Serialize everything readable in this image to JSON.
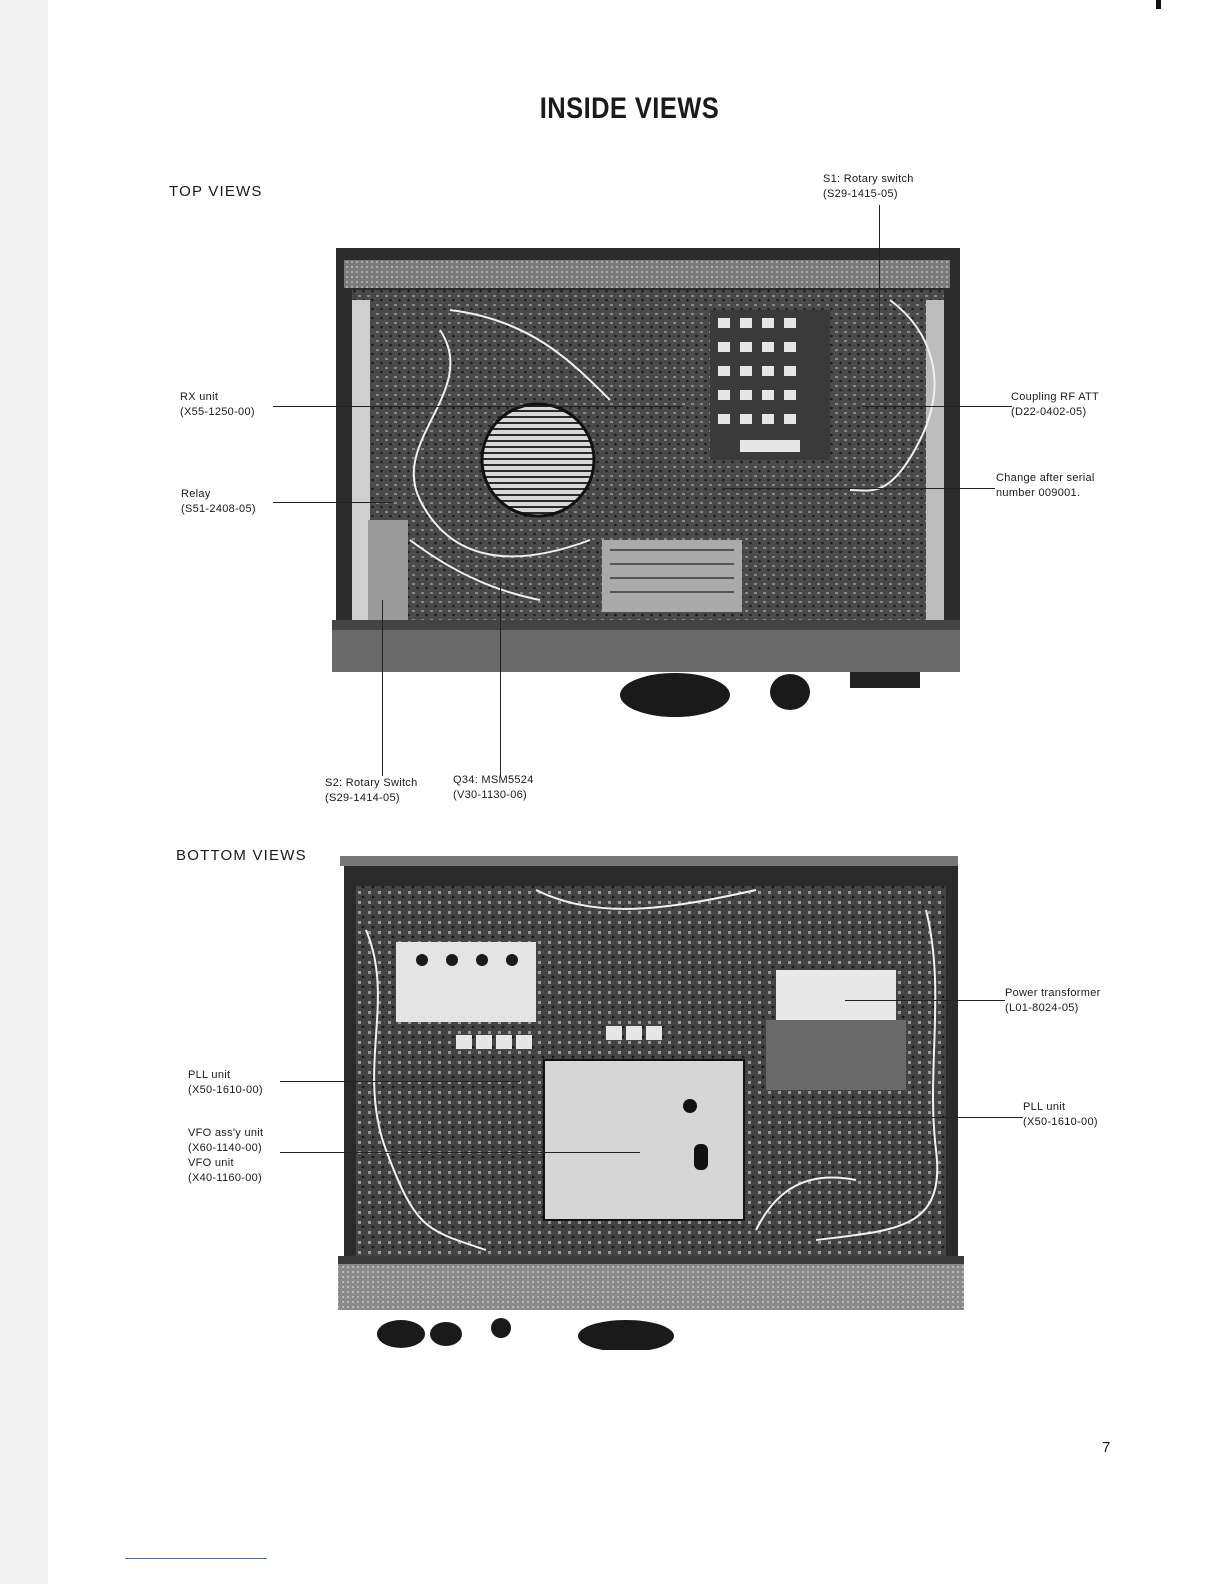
{
  "page": {
    "title": "INSIDE VIEWS",
    "page_number": "7"
  },
  "top": {
    "section_label": "TOP VIEWS",
    "callouts": {
      "s1": {
        "line1": "S1:  Rotary switch",
        "line2": "(S29-1415-05)"
      },
      "rx": {
        "line1": "RX unit",
        "line2": "(X55-1250-00)"
      },
      "relay": {
        "line1": "Relay",
        "line2": "(S51-2408-05)"
      },
      "coupling": {
        "line1": "Coupling RF ATT",
        "line2": "(D22-0402-05)"
      },
      "change": {
        "line1": "Change after serial",
        "line2": "number 009001."
      },
      "s2": {
        "line1": "S2:  Rotary Switch",
        "line2": "(S29-1414-05)"
      },
      "q34": {
        "line1": "Q34:  MSM5524",
        "line2": "(V30-1130-06)"
      }
    }
  },
  "bottom": {
    "section_label": "BOTTOM VIEWS",
    "callouts": {
      "pll_left": {
        "line1": "PLL unit",
        "line2": "(X50-1610-00)"
      },
      "vfo": {
        "line1": "VFO ass'y unit",
        "line2": "(X60-1140-00)",
        "line3": "VFO unit",
        "line4": "(X40-1160-00)"
      },
      "transformer": {
        "line1": "Power transformer",
        "line2": "(L01-8024-05)"
      },
      "pll_right": {
        "line1": "PLL unit",
        "line2": "(X50-1610-00)"
      }
    }
  }
}
